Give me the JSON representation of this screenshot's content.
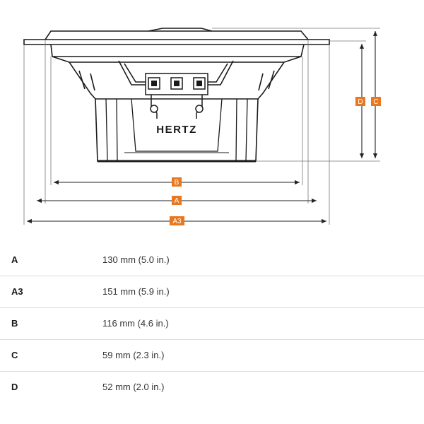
{
  "brand_logo": "HERTZ",
  "accent_color": "#E87722",
  "dimension_tags": {
    "d": "D",
    "c": "C",
    "b": "B",
    "a": "A",
    "a3": "A3"
  },
  "specs": [
    {
      "key": "A",
      "value": "130 mm (5.0 in.)"
    },
    {
      "key": "A3",
      "value": "151 mm (5.9 in.)"
    },
    {
      "key": "B",
      "value": "116 mm (4.6 in.)"
    },
    {
      "key": "C",
      "value": "59 mm (2.3 in.)"
    },
    {
      "key": "D",
      "value": "52 mm (2.0 in.)"
    }
  ]
}
